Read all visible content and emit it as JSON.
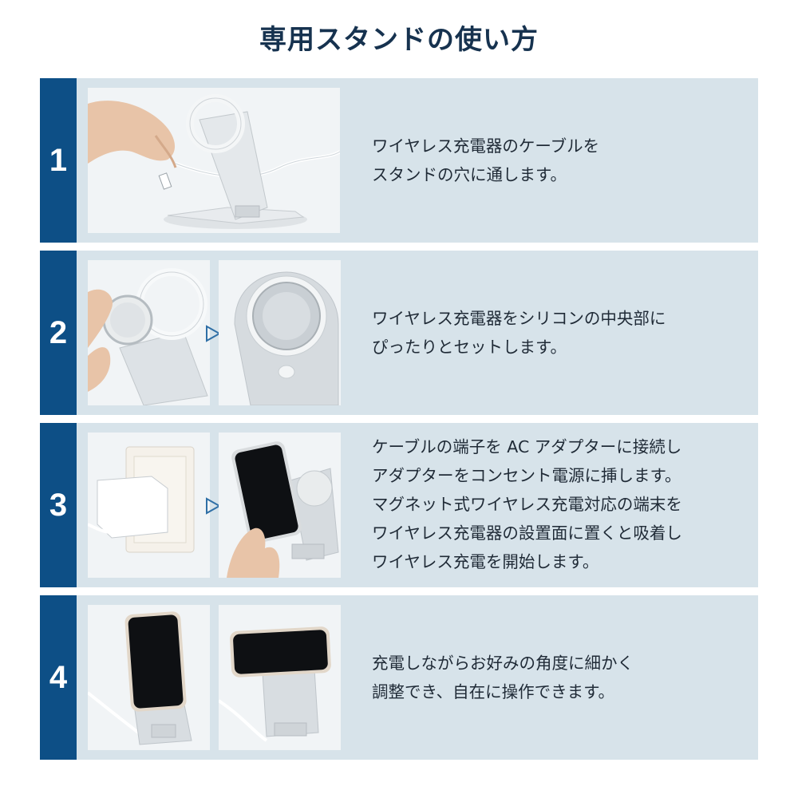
{
  "title": "専用スタンドの使い方",
  "steps": [
    {
      "number": "1",
      "lines": [
        "ワイヤレス充電器のケーブルを",
        "スタンドの穴に通します。"
      ],
      "photo_desc": "hand threading cable through stand hole"
    },
    {
      "number": "2",
      "lines": [
        "ワイヤレス充電器をシリコンの中央部に",
        "ぴったりとセットします。"
      ],
      "photo_desc": "charger placed in silicone holder"
    },
    {
      "number": "3",
      "lines": [
        "ケーブルの端子を AC アダプターに接続し",
        "アダプターをコンセント電源に挿します。",
        "マグネット式ワイヤレス充電対応の端末を",
        "ワイヤレス充電器の設置面に置くと吸着し",
        "ワイヤレス充電を開始します。"
      ],
      "photo_desc": "adapter plugged in; phone attached to stand"
    },
    {
      "number": "4",
      "lines": [
        "充電しながらお好みの角度に細かく",
        "調整でき、自在に操作できます。"
      ],
      "photo_desc": "phone on stand portrait and landscape"
    }
  ],
  "colors": {
    "title": "#16324f",
    "number_bg": "#0d4f86",
    "row_bg": "#d7e3ea",
    "arrow": "#2f6fa6"
  }
}
